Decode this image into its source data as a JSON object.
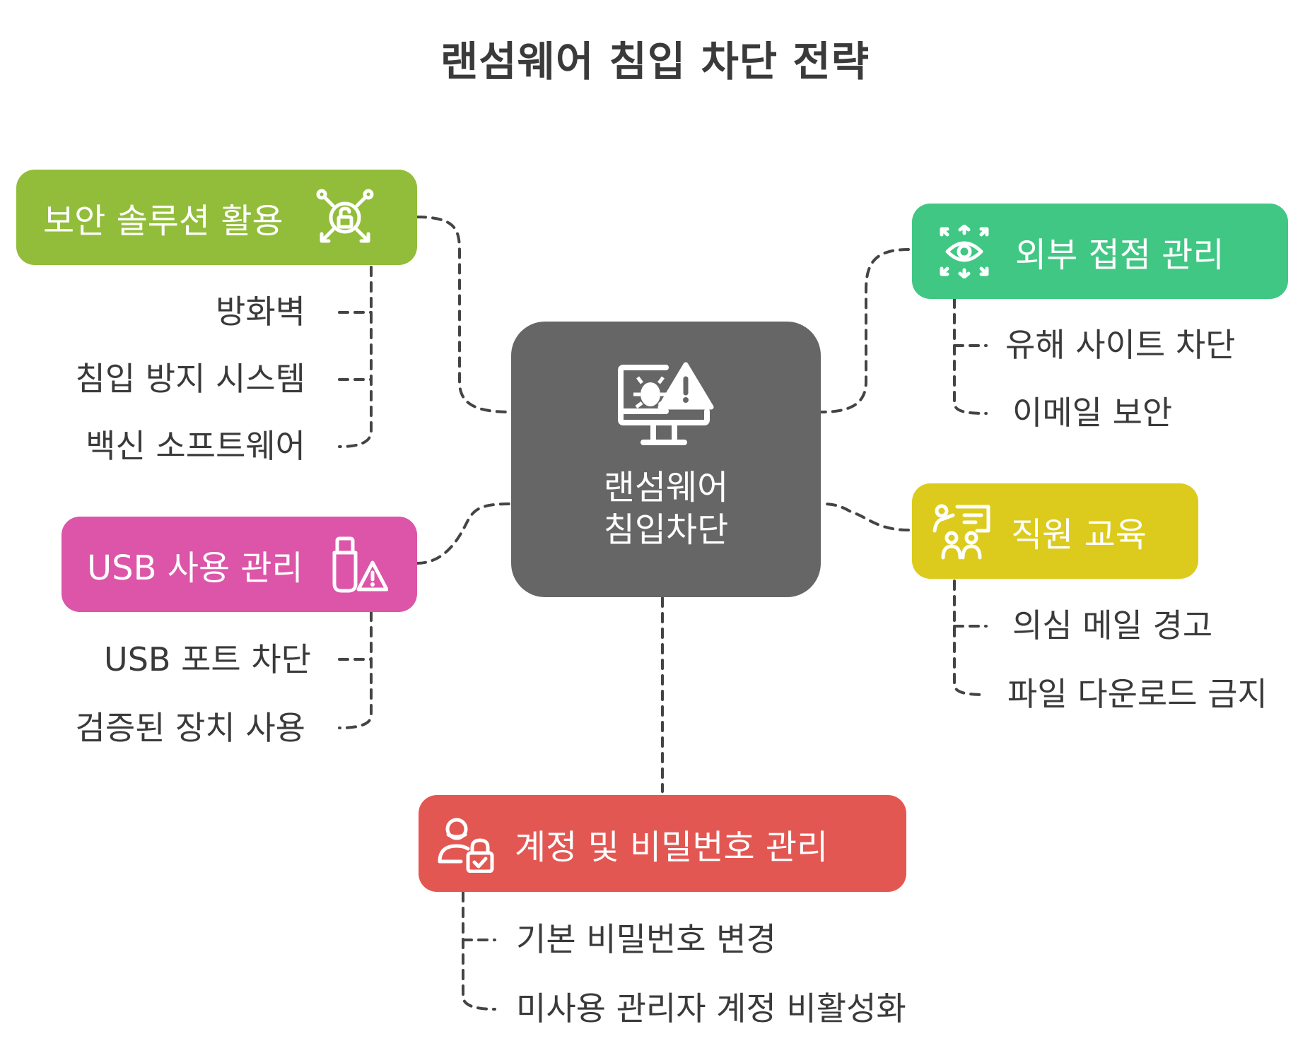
{
  "title": "랜섬웨어 침입 차단 전략",
  "center": {
    "line1": "랜섬웨어",
    "line2": "침입차단",
    "icon": "infected-computer-warning-icon",
    "color": "#666666"
  },
  "branches": {
    "security": {
      "label": "보안 솔루션 활용",
      "color": "#92bd3a",
      "icon": "security-lock-network-icon",
      "items": [
        "방화벽",
        "침입 방지 시스템",
        "백신 소프트웨어"
      ]
    },
    "usb": {
      "label": "USB 사용 관리",
      "color": "#dc55a8",
      "icon": "usb-warning-icon",
      "items": [
        "USB 포트 차단",
        "검증된 장치 사용"
      ]
    },
    "external": {
      "label": "외부 접점 관리",
      "color": "#40c784",
      "icon": "eye-monitoring-icon",
      "items": [
        "유해 사이트 차단",
        "이메일 보안"
      ]
    },
    "training": {
      "label": "직원 교육",
      "color": "#dccb1c",
      "icon": "group-training-icon",
      "items": [
        "의심 메일 경고",
        "파일 다운로드 금지"
      ]
    },
    "account": {
      "label": "계정 및 비밀번호 관리",
      "color": "#e35753",
      "icon": "user-lock-icon",
      "items": [
        "기본 비밀번호 변경",
        "미사용 관리자 계정 비활성화"
      ]
    }
  },
  "connector_color": "#444444"
}
